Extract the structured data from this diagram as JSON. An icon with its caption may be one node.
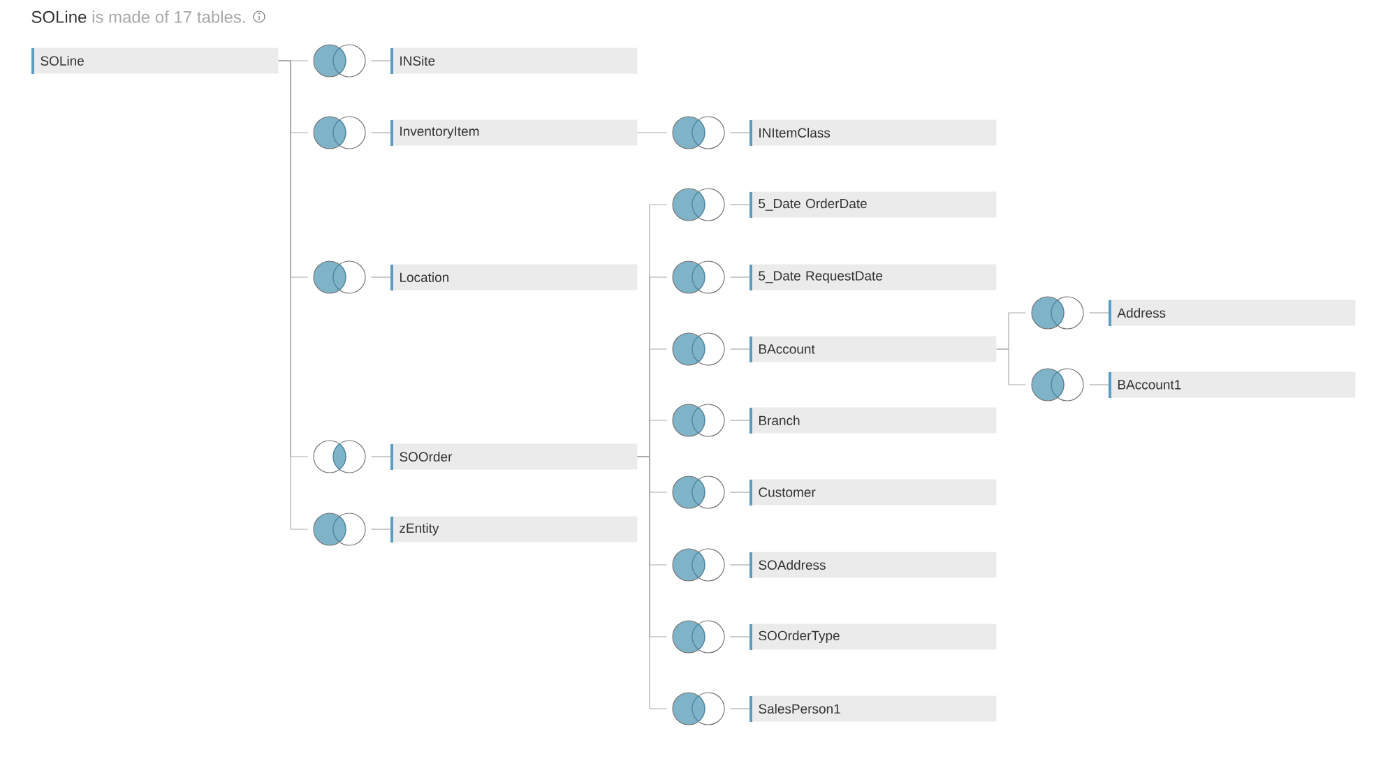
{
  "diagram": {
    "title": "**SOLine** is made of 17 tables.",
    "nodes": [
      {
        "text": [
          "SOLine"
        ]
      },
      {
        "text": [],
        "shape": "circle"
      },
      {
        "text": [
          "INSite"
        ]
      },
      {
        "text": [],
        "shape": "circle"
      },
      {
        "text": [
          "InventoryItem"
        ]
      },
      {
        "text": [],
        "shape": "circle"
      },
      {
        "text": [
          "INItemClass"
        ]
      },
      {
        "text": [],
        "shape": "circle"
      },
      {
        "text": [
          "Location"
        ]
      },
      {
        "text": [],
        "shape": "circle"
      },
      {
        "text": [
          "SOOrder"
        ]
      },
      {
        "text": [],
        "shape": "circle"
      },
      {
        "text": [
          "5_Date OrderDate"
        ]
      },
      {
        "text": [],
        "shape": "circle"
      },
      {
        "text": [
          "5_Date RequestDate"
        ]
      },
      {
        "text": [],
        "shape": "circle"
      },
      {
        "text": [
          "BAccount"
        ]
      },
      {
        "text": [],
        "shape": "circle"
      },
      {
        "text": [
          "Address"
        ]
      },
      {
        "text": [],
        "shape": "circle"
      },
      {
        "text": [
          "BAccount1"
        ]
      },
      {
        "text": [],
        "shape": "circle"
      },
      {
        "text": [
          "Branch"
        ]
      },
      {
        "text": [],
        "shape": "circle"
      },
      {
        "text": [
          "Customer"
        ]
      },
      {
        "text": [],
        "shape": "circle"
      },
      {
        "text": [
          "SOAddress"
        ]
      },
      {
        "text": [],
        "shape": "circle"
      },
      {
        "text": [
          "SOOrderType"
        ]
      },
      {
        "text": [],
        "shape": "circle"
      },
      {
        "text": [
          "SalesPerson1"
        ]
      },
      {
        "text": [],
        "shape": "circle"
      },
      {
        "text": [
          "zEntity"
        ]
      }
    ],
    "edges": [
      {
        "from": 0,
        "to": 1,
        "arrow": "none"
      },
      {
        "from": 1,
        "to": 2,
        "arrow": "none"
      },
      {
        "from": 0,
        "to": 3,
        "arrow": "none"
      },
      {
        "from": 3,
        "to": 4,
        "arrow": "none"
      },
      {
        "from": 4,
        "to": 5,
        "arrow": "none"
      },
      {
        "from": 5,
        "to": 6,
        "arrow": "none"
      },
      {
        "from": 0,
        "to": 7,
        "arrow": "none"
      },
      {
        "from": 7,
        "to": 8,
        "arrow": "none"
      },
      {
        "from": 0,
        "to": 9,
        "arrow": "none"
      },
      {
        "from": 9,
        "to": 10,
        "arrow": "none"
      },
      {
        "from": 10,
        "to": 11,
        "arrow": "none"
      },
      {
        "from": 11,
        "to": 12,
        "arrow": "none"
      },
      {
        "from": 10,
        "to": 13,
        "arrow": "none"
      },
      {
        "from": 13,
        "to": 14,
        "arrow": "none"
      },
      {
        "from": 10,
        "to": 15,
        "arrow": "none"
      },
      {
        "from": 15,
        "to": 16,
        "arrow": "none"
      },
      {
        "from": 16,
        "to": 17,
        "arrow": "none"
      },
      {
        "from": 17,
        "to": 18,
        "arrow": "none"
      },
      {
        "from": 16,
        "to": 19,
        "arrow": "none"
      },
      {
        "from": 19,
        "to": 20,
        "arrow": "none"
      },
      {
        "from": 10,
        "to": 21,
        "arrow": "none"
      },
      {
        "from": 21,
        "to": 22,
        "arrow": "none"
      },
      {
        "from": 10,
        "to": 23,
        "arrow": "none"
      },
      {
        "from": 23,
        "to": 24,
        "arrow": "none"
      },
      {
        "from": 10,
        "to": 25,
        "arrow": "none"
      },
      {
        "from": 25,
        "to": 26,
        "arrow": "none"
      },
      {
        "from": 10,
        "to": 27,
        "arrow": "none"
      },
      {
        "from": 27,
        "to": 28,
        "arrow": "none"
      },
      {
        "from": 10,
        "to": 29,
        "arrow": "none"
      },
      {
        "from": 29,
        "to": 30,
        "arrow": "none"
      },
      {
        "from": 0,
        "to": 31,
        "arrow": "none"
      },
      {
        "from": 31,
        "to": 32,
        "arrow": "none"
      }
    ]
  }
}
